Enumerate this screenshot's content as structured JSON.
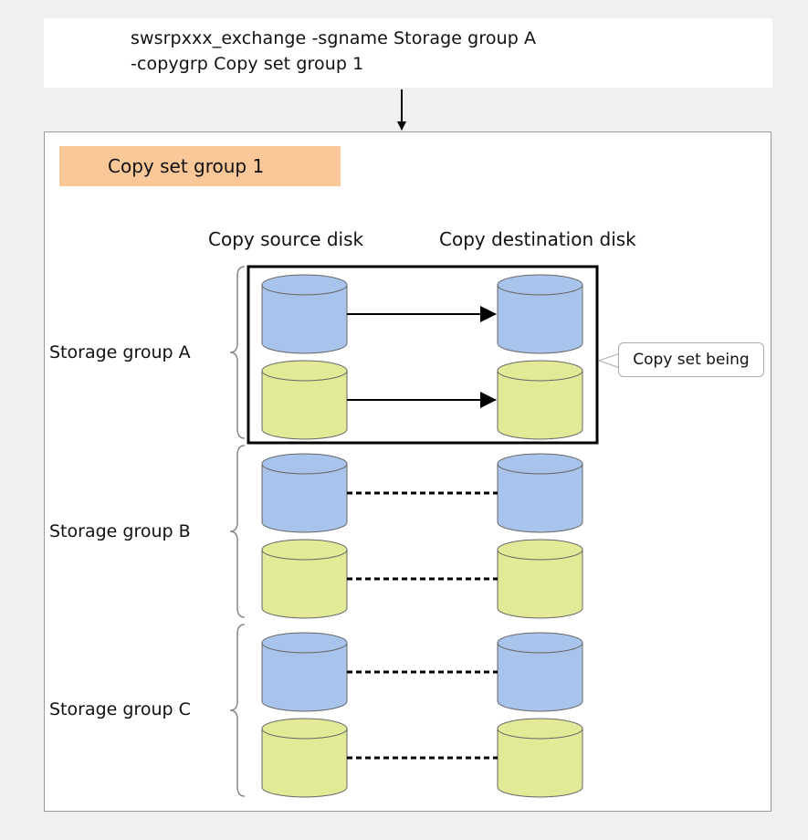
{
  "command": {
    "line1": "swsrpxxx_exchange -sgname Storage group A",
    "line2": "-copygrp Copy set group 1"
  },
  "copy_set_group": {
    "title": "Copy set group 1"
  },
  "columns": {
    "source": "Copy source disk",
    "destination": "Copy destination disk"
  },
  "groups": [
    {
      "label": "Storage group A",
      "pairs": [
        {
          "color": "blue",
          "link": "arrow"
        },
        {
          "color": "yellow",
          "link": "arrow"
        }
      ]
    },
    {
      "label": "Storage group B",
      "pairs": [
        {
          "color": "blue",
          "link": "dotted"
        },
        {
          "color": "yellow",
          "link": "dotted"
        }
      ]
    },
    {
      "label": "Storage group C",
      "pairs": [
        {
          "color": "blue",
          "link": "dotted"
        },
        {
          "color": "yellow",
          "link": "dotted"
        }
      ]
    }
  ],
  "callout": {
    "text": "Copy set being"
  },
  "colors": {
    "blue_disk": "#a8c4ec",
    "yellow_disk": "#e2ea98",
    "label_fill": "#fac898"
  }
}
